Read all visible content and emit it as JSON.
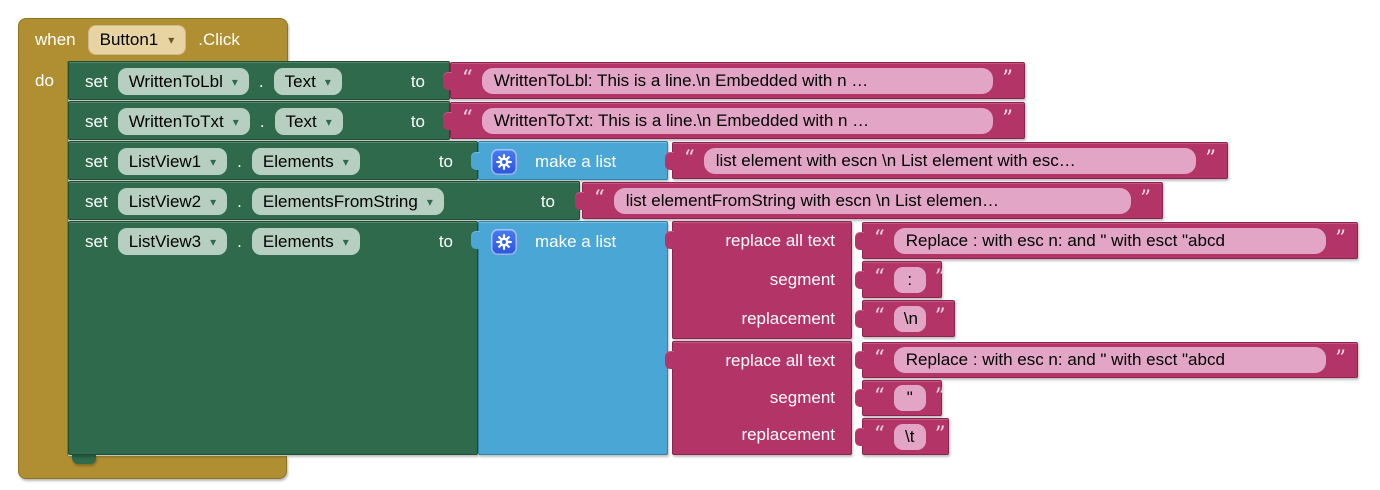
{
  "colors": {
    "event_gold": "#B08F32",
    "setter_green": "#2E6A4B",
    "list_blue": "#4AA6D4",
    "text_magenta": "#B33568",
    "text_field_pink": "#E2A5C5",
    "dropdown_green": "#B7CFC1",
    "dropdown_gold": "#E7D4A2",
    "gear_badge_blue": "#3363E3",
    "canvas": "#ffffff"
  },
  "event_block": {
    "when": "when",
    "component": "Button1",
    "event": ".Click",
    "do": "do"
  },
  "common": {
    "set": "set",
    "dot": ".",
    "to": "to",
    "make_a_list": "make a list",
    "open_quote": "“",
    "close_quote": "”",
    "dropdown_caret": "▾"
  },
  "set_rows": [
    {
      "component": "WrittenToLbl",
      "property": "Text",
      "value": "WrittenToLbl: This is a line.\\n Embedded with n …"
    },
    {
      "component": "WrittenToTxt",
      "property": "Text",
      "value": "WrittenToTxt: This is a line.\\n Embedded with n …"
    },
    {
      "component": "ListView1",
      "property": "Elements",
      "value": "list element with escn \\n List element with esc…"
    },
    {
      "component": "ListView2",
      "property": "ElementsFromString",
      "value": "list elementFromString with escn \\n List elemen…"
    },
    {
      "component": "ListView3",
      "property": "Elements"
    }
  ],
  "replace_blocks": [
    {
      "label": "replace all text",
      "text": "Replace : with esc n: and \" with esct \"abcd",
      "segment_label": "segment",
      "segment_value": ":",
      "replacement_label": "replacement",
      "replacement_value": "\\n"
    },
    {
      "label": "replace all text",
      "text": "Replace : with esc n: and \" with esct \"abcd",
      "segment_label": "segment",
      "segment_value": "\"",
      "replacement_label": "replacement",
      "replacement_value": "\\t"
    }
  ]
}
